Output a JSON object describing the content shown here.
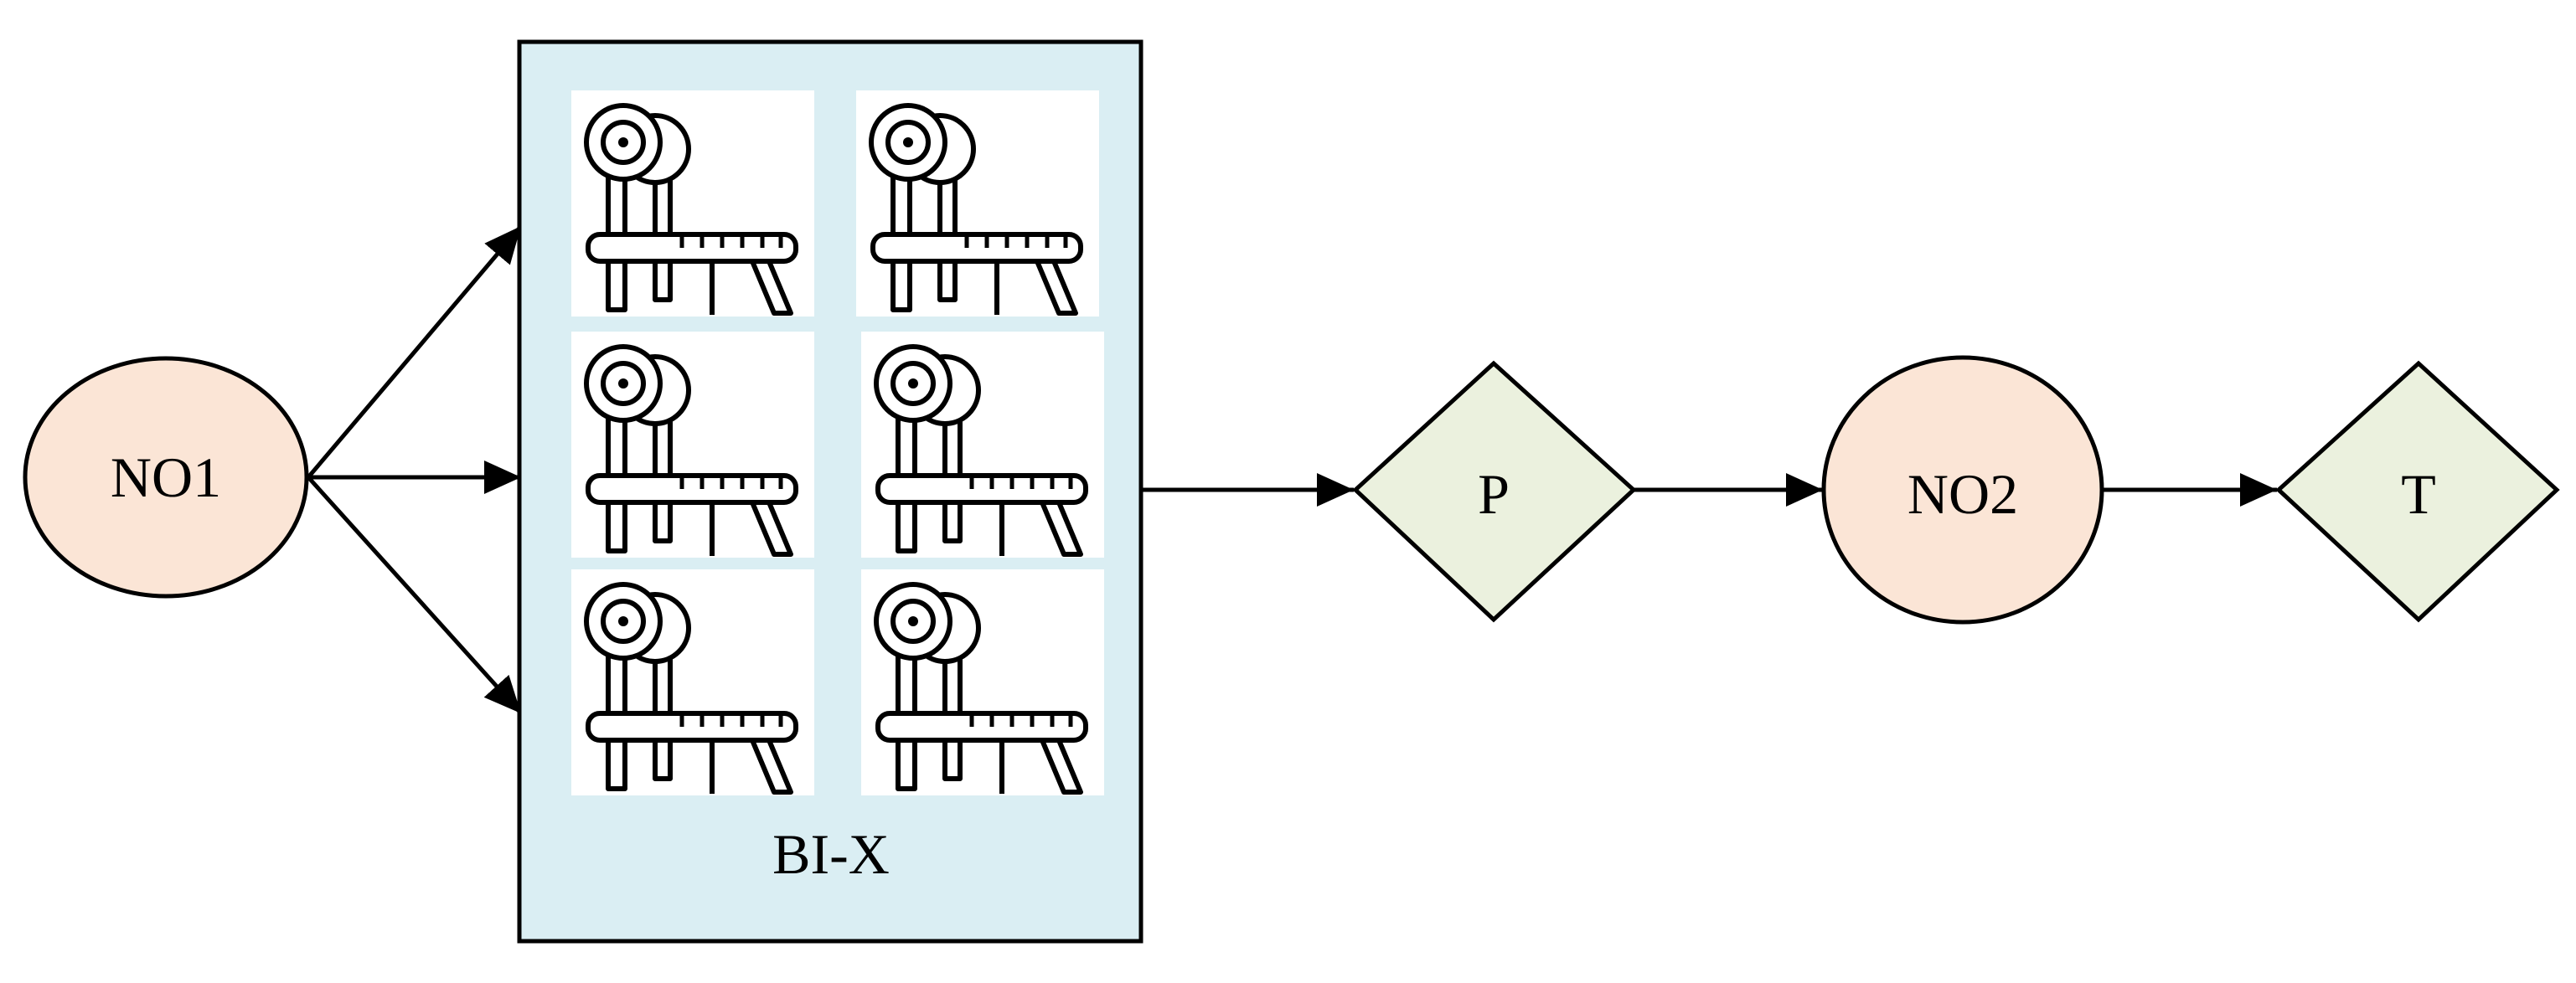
{
  "nodes": {
    "no1": {
      "label": "NO1",
      "shape": "ellipse",
      "fill": "#fbe5d6"
    },
    "bix": {
      "label": "BI-X",
      "shape": "rectangle",
      "fill": "#daeef3",
      "icon": "bench-press-icon",
      "icon_count": 6
    },
    "p": {
      "label": "P",
      "shape": "diamond",
      "fill": "#ebf1de"
    },
    "no2": {
      "label": "NO2",
      "shape": "ellipse",
      "fill": "#fbe5d6"
    },
    "t": {
      "label": "T",
      "shape": "diamond",
      "fill": "#ebf1de"
    }
  },
  "edges": [
    {
      "from": "NO1",
      "to": "BI-X"
    },
    {
      "from": "NO1",
      "to": "BI-X"
    },
    {
      "from": "NO1",
      "to": "BI-X"
    },
    {
      "from": "BI-X",
      "to": "P"
    },
    {
      "from": "P",
      "to": "NO2"
    },
    {
      "from": "NO2",
      "to": "T"
    }
  ]
}
